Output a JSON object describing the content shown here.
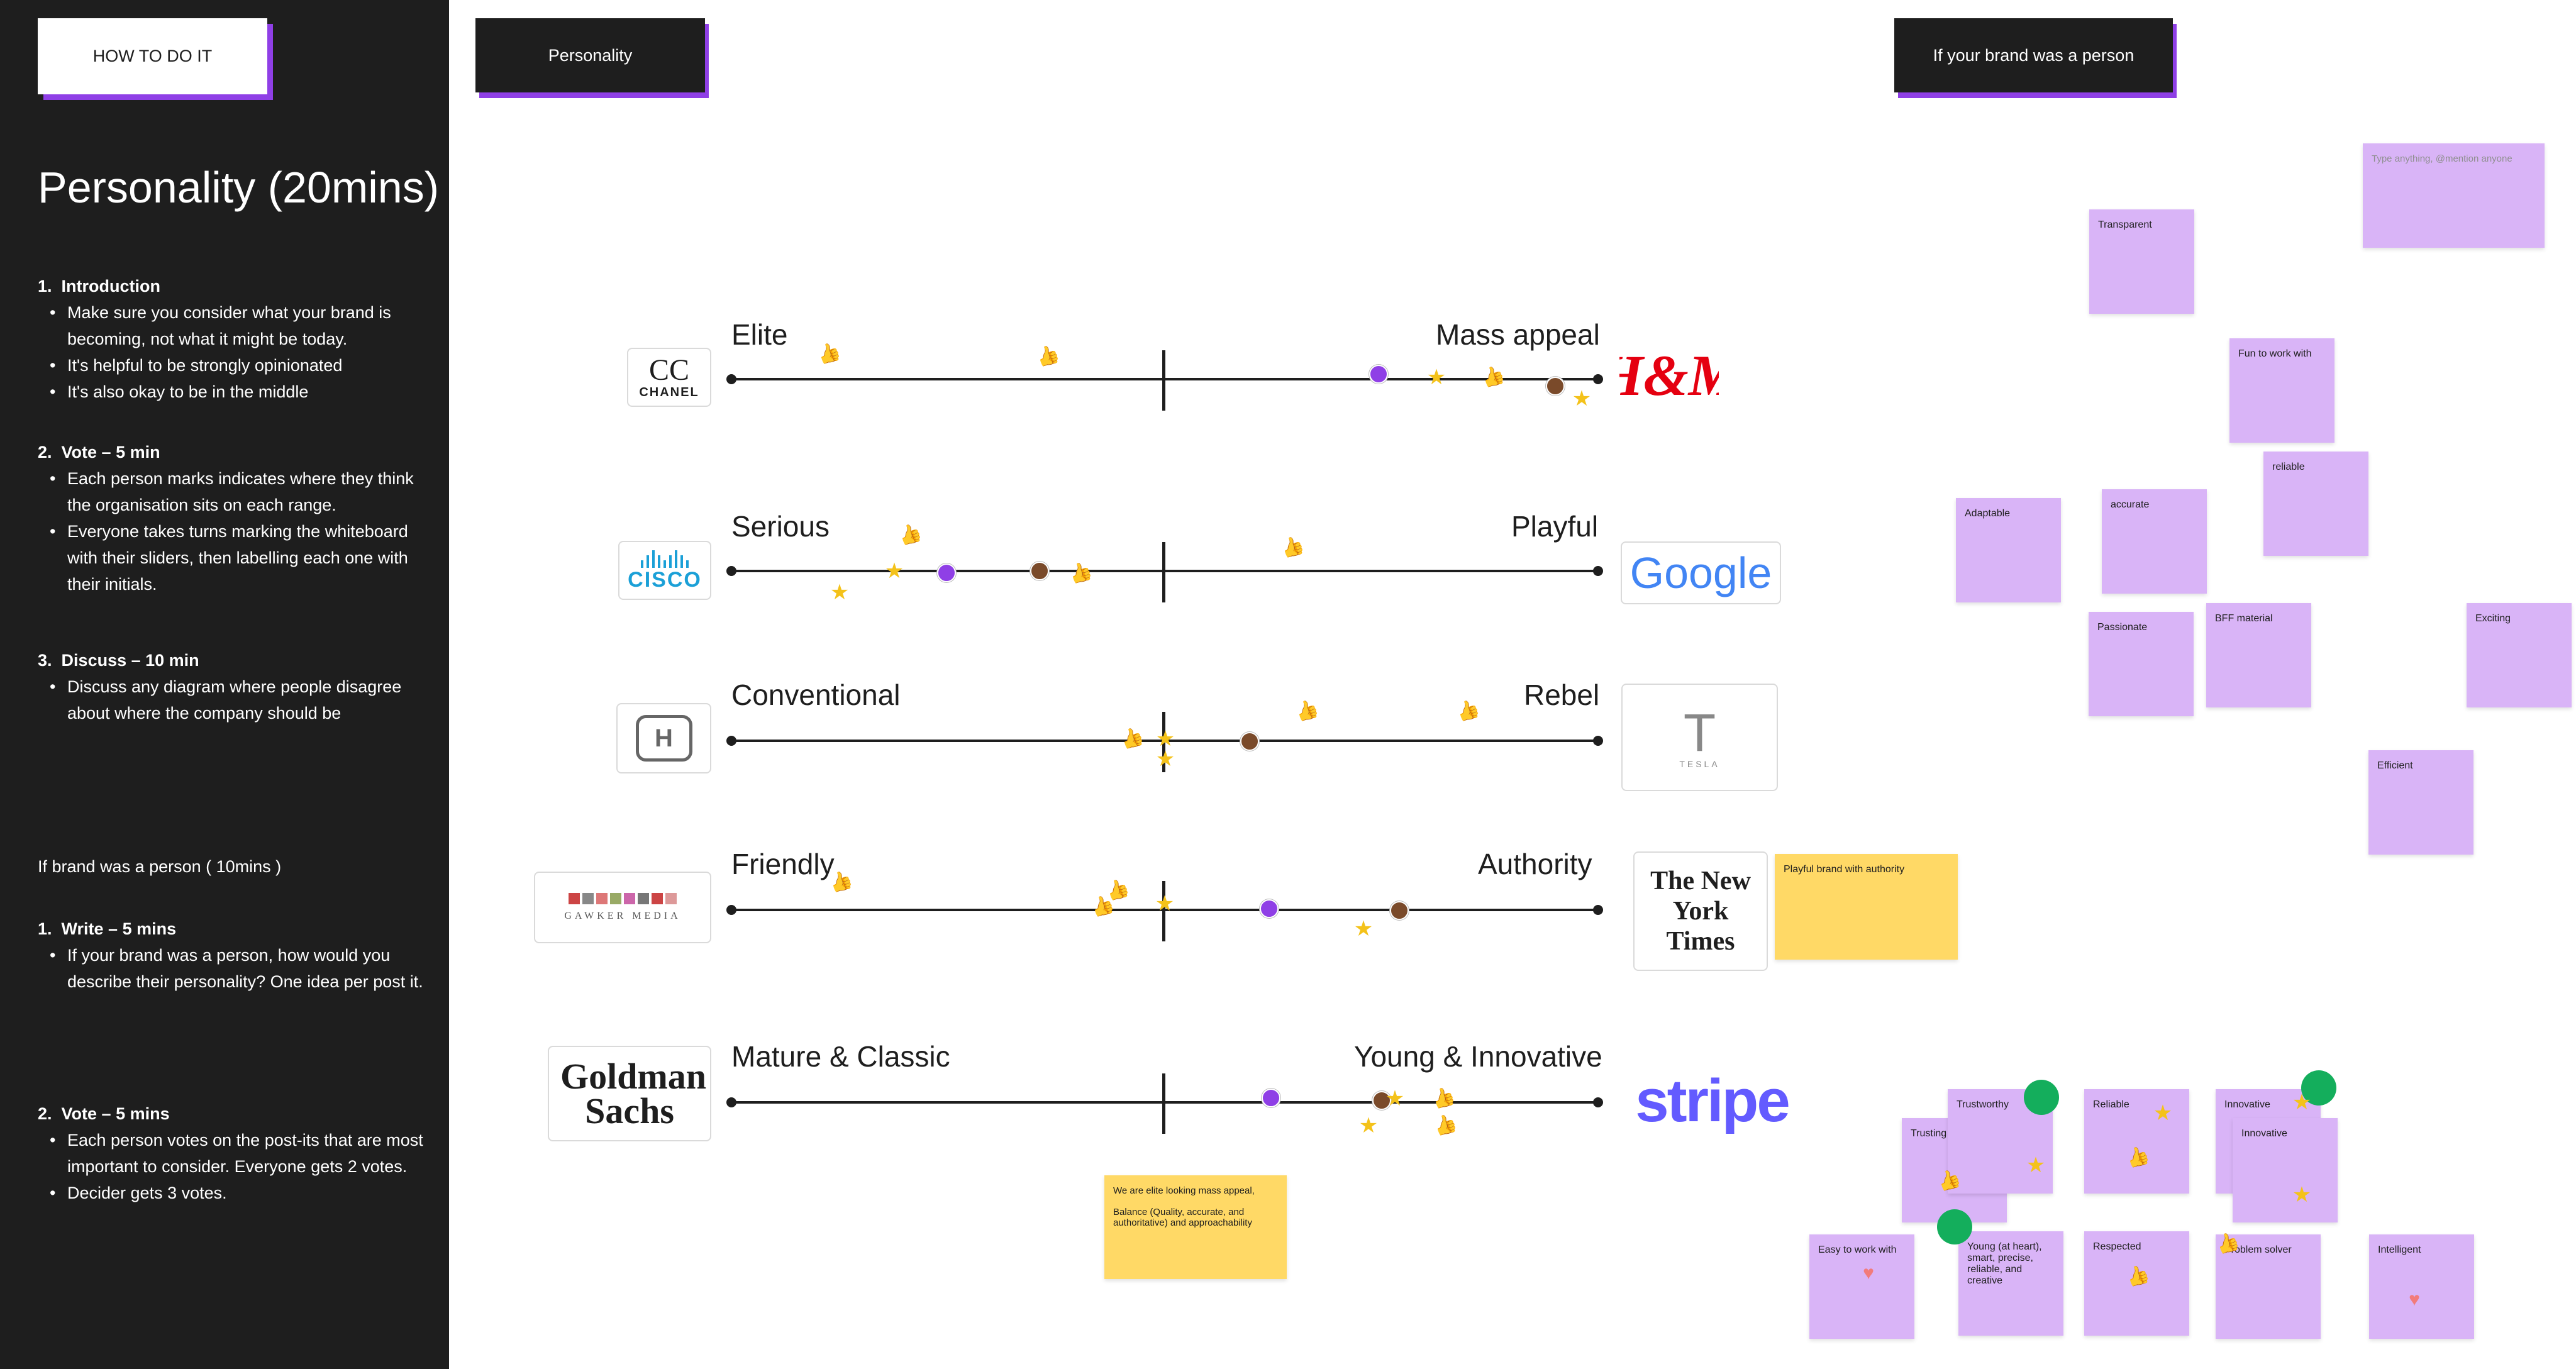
{
  "panel": {
    "how_button": "HOW TO DO IT",
    "title": "Personality (20mins)",
    "sections": [
      {
        "num": "1.",
        "heading": "Introduction",
        "items": [
          "Make sure you consider what your brand is becoming, not what it might be today.",
          "It's helpful to be strongly opinionated",
          "It's also okay to be in the middle"
        ]
      },
      {
        "num": "2.",
        "heading": "Vote – 5 min",
        "items": [
          "Each person marks indicates where they think the organisation sits on each range.",
          "Everyone takes turns marking the whiteboard with their sliders, then labelling each one with their initials."
        ]
      },
      {
        "num": "3.",
        "heading": "Discuss – 10 min",
        "items": [
          "Discuss any diagram where people disagree about where the company should be"
        ]
      }
    ],
    "subtitle": "If brand was a person ( 10mins )",
    "sections2": [
      {
        "num": "1.",
        "heading": "Write – 5 mins",
        "items": [
          "If your brand was a person, how would you describe their personality? One idea per post it."
        ]
      },
      {
        "num": "2.",
        "heading": "Vote – 5 mins",
        "items": [
          "Each person votes on the post-its that are most important to consider.  Everyone gets 2 votes.",
          "Decider gets 3 votes."
        ]
      }
    ]
  },
  "headers": {
    "personality": "Personality",
    "brand_person": "If your brand was a person"
  },
  "sliders": [
    {
      "left": "Elite",
      "right": "Mass appeal",
      "left_logo": "CHANEL",
      "right_logo": "H&M"
    },
    {
      "left": "Serious",
      "right": "Playful",
      "left_logo": "CISCO",
      "right_logo": "Google"
    },
    {
      "left": "Conventional",
      "right": "Rebel",
      "left_logo": "HONDA",
      "right_logo": "TESLA"
    },
    {
      "left": "Friendly",
      "right": "Authority",
      "left_logo": "GAWKER MEDIA",
      "right_logo": "The New York Times"
    },
    {
      "left": "Mature & Classic",
      "right": "Young & Innovative",
      "left_logo": "Goldman Sachs",
      "right_logo": "stripe"
    }
  ],
  "notes": {
    "type_placeholder": "Type anything, @mention anyone",
    "transparent": "Transparent",
    "fun": "Fun to work with",
    "reliable_lc": "reliable",
    "adaptable": "Adaptable",
    "accurate": "accurate",
    "passionate": "Passionate",
    "bff": "BFF material",
    "exciting": "Exciting",
    "efficient": "Efficient",
    "playful_auth": "Playful brand with authority",
    "elite_note": "We are elite looking mass appeal,\n\nBalance (Quality, accurate, and authoritative) and approachability",
    "trustworthy": "Trustworthy",
    "trusting": "Trusting",
    "reliable": "Reliable",
    "innovative1": "Innovative",
    "innovative2": "Innovative",
    "easy": "Easy to work with",
    "young": "Young (at heart), smart, precise, reliable, and creative",
    "respected": "Respected",
    "problem": "Problem solver",
    "intelligent": "Intelligent"
  },
  "colors": {
    "accent": "#8f3fe6",
    "sticky_purple": "#d9b4f7",
    "sticky_yellow": "#ffd966",
    "panel": "#1e1e1e",
    "vote_green": "#14ae5c"
  }
}
